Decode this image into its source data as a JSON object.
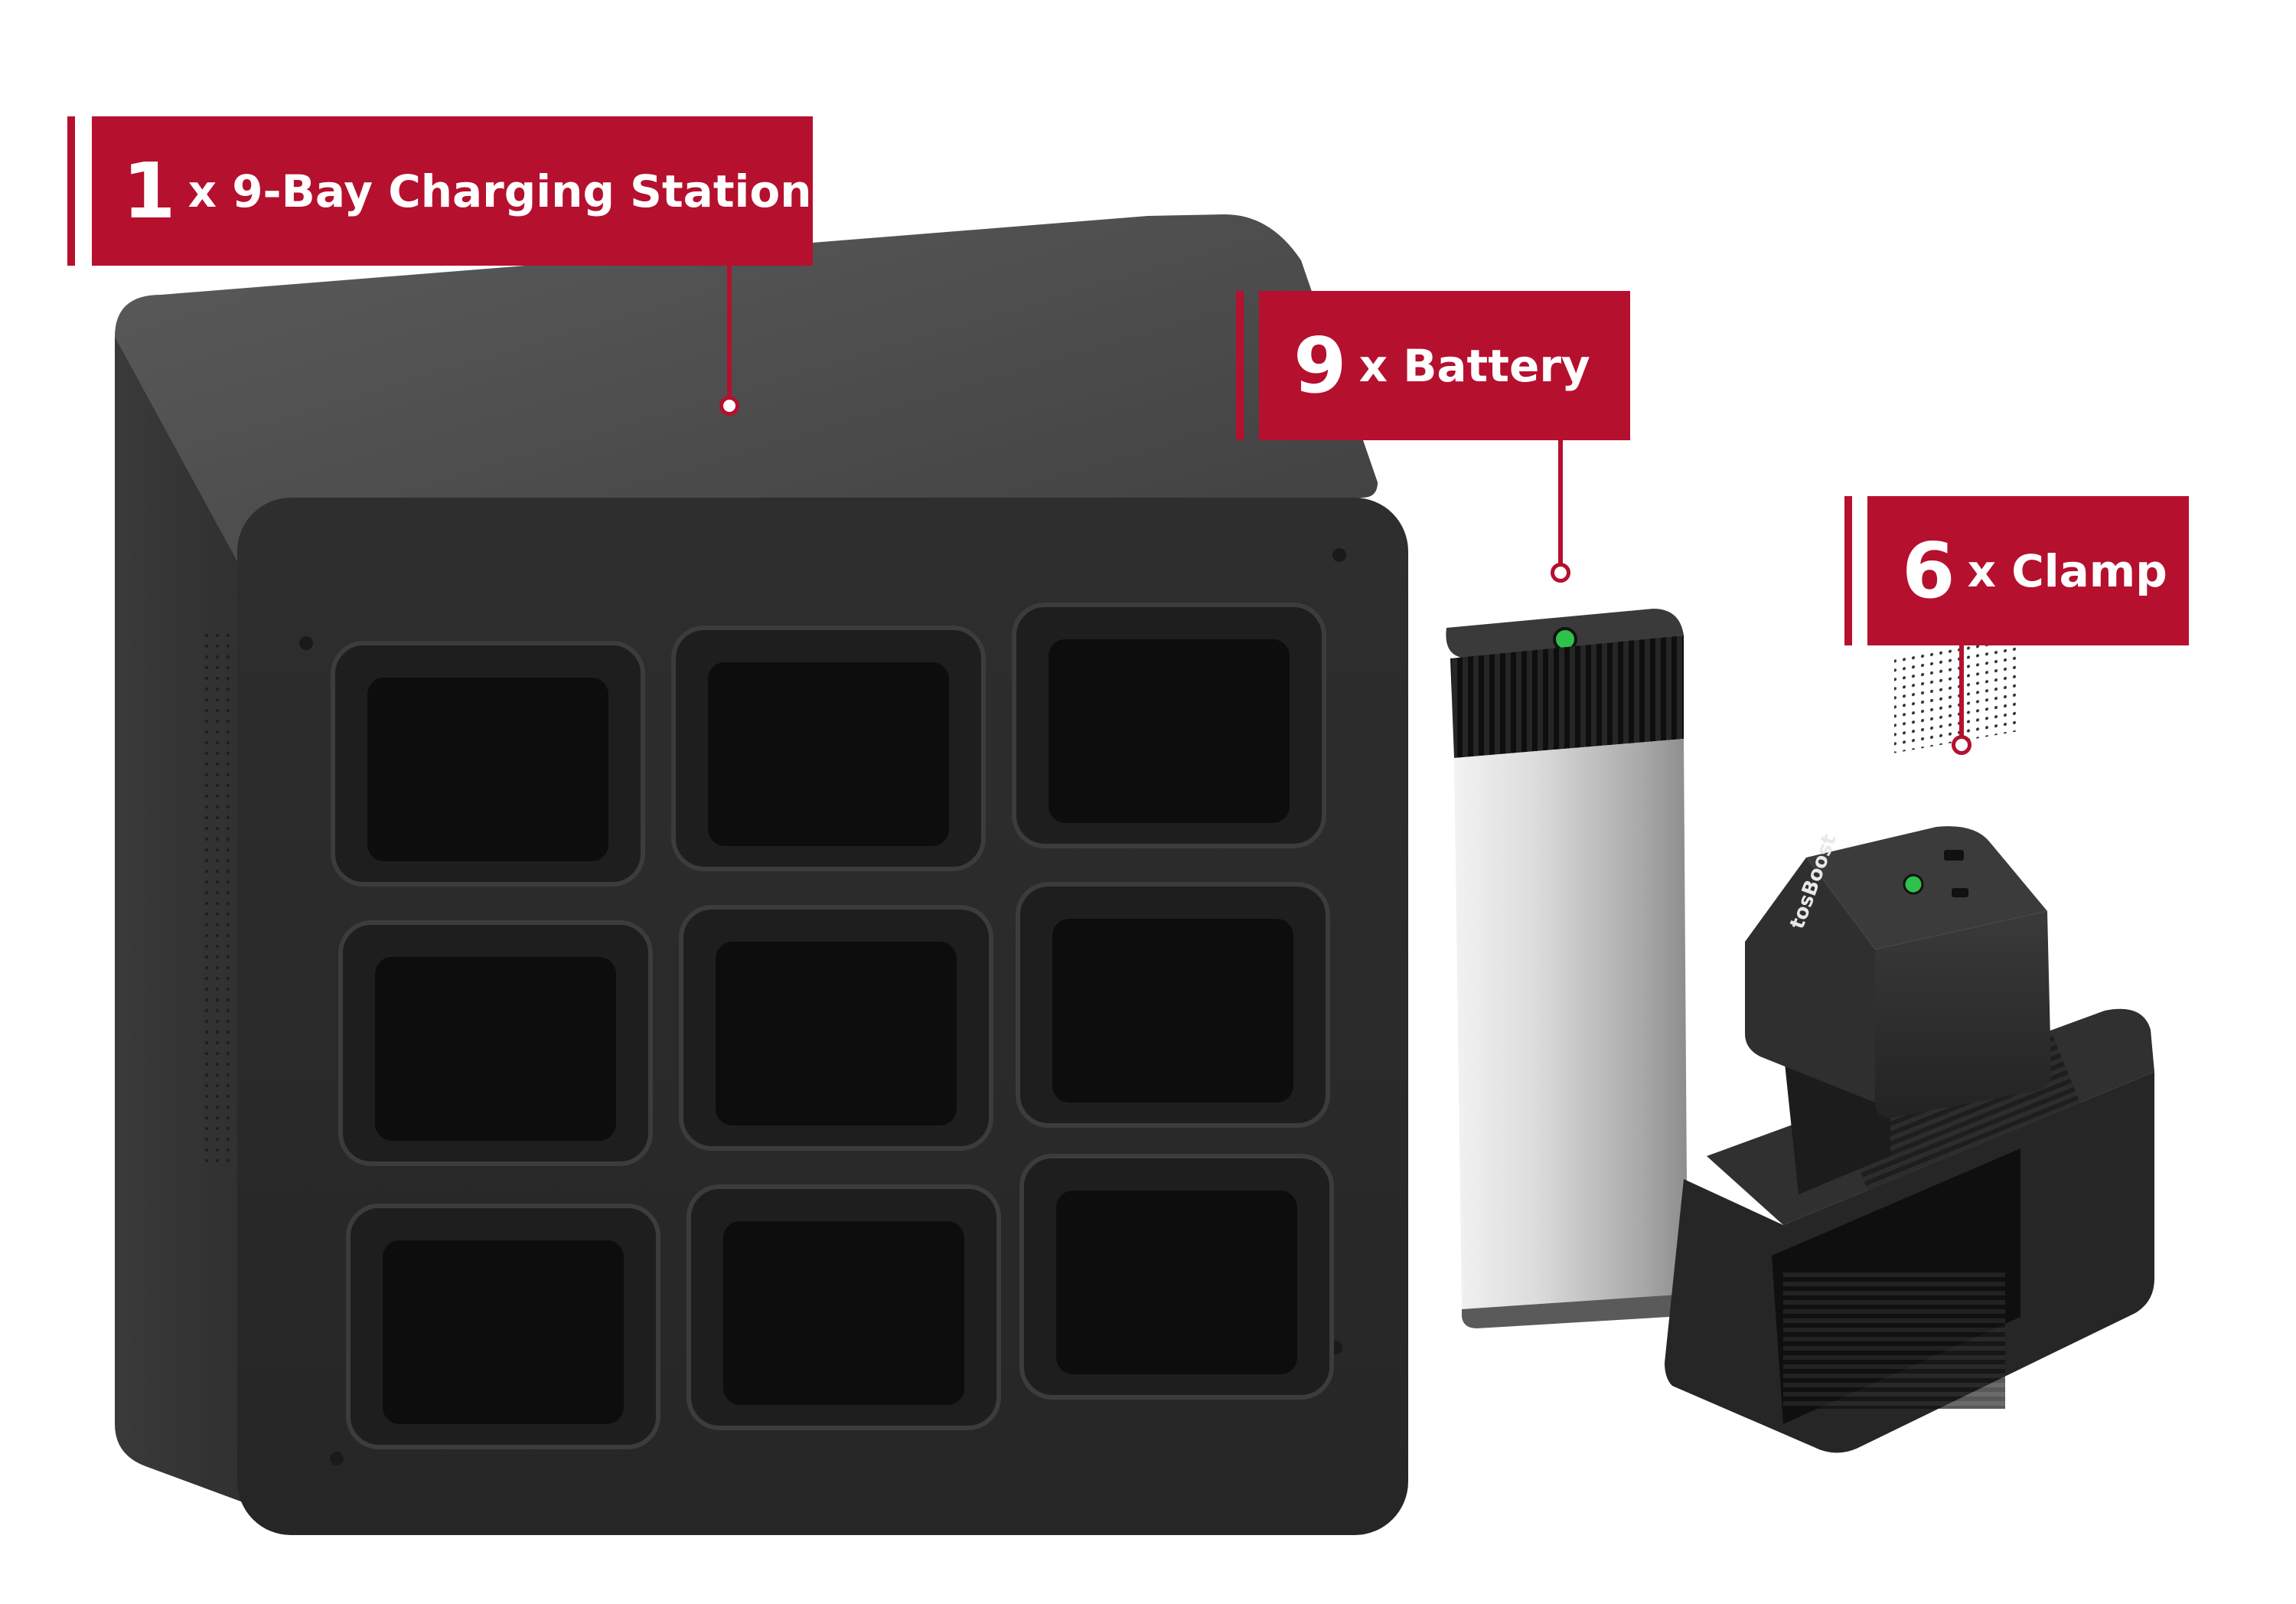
{
  "colors": {
    "accent": "#b5102e",
    "background": "#ffffff",
    "station_body": "#4a4a4a",
    "station_face": "#2b2b2b",
    "bay": "#121212",
    "battery_silver": "#c9c9c9",
    "status_green": "#2ec24a"
  },
  "labels": {
    "station": {
      "qty": "1",
      "text": "x 9-Bay Charging Station"
    },
    "battery": {
      "qty": "9",
      "text": "x Battery"
    },
    "clamp": {
      "qty": "6",
      "text": "x Clamp"
    }
  },
  "products": {
    "station": {
      "name": "charging-station",
      "bay_count": 9,
      "bay_grid": "3x3"
    },
    "battery": {
      "name": "battery"
    },
    "clamp": {
      "name": "clamp"
    }
  },
  "icons": [
    "status-led-icon",
    "usb-port-icon",
    "screw-icon",
    "vent-grille-icon"
  ]
}
